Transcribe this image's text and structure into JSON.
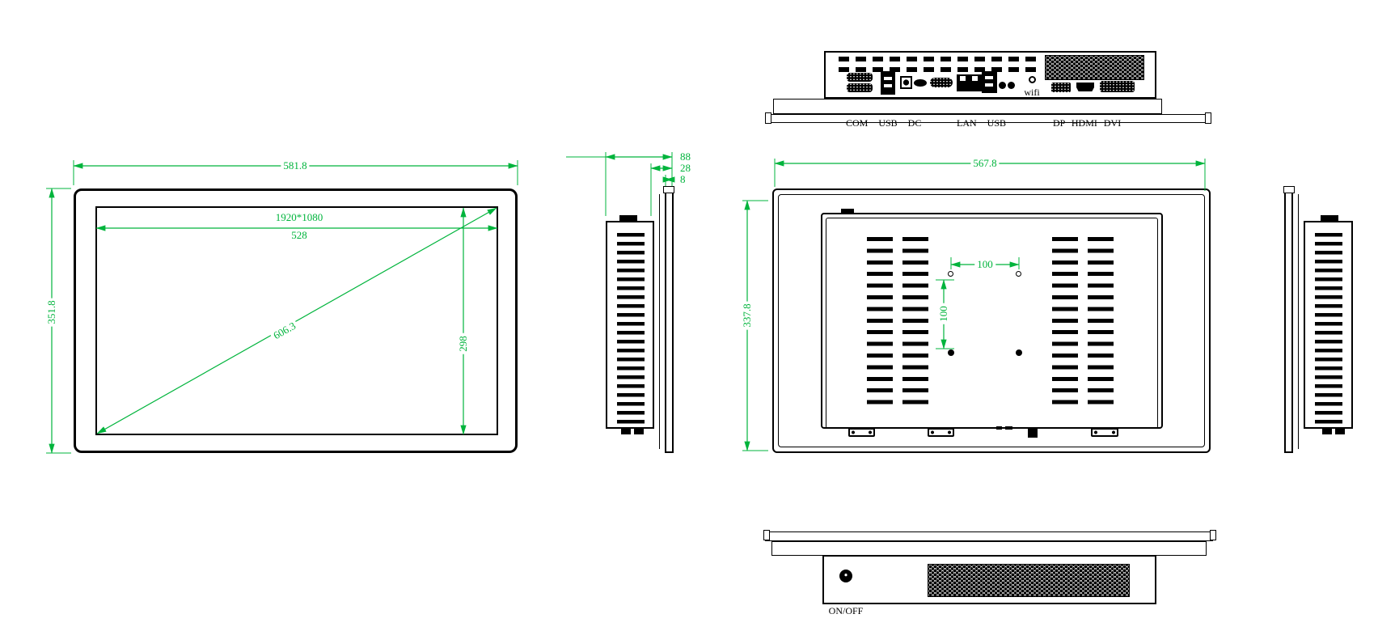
{
  "colors": {
    "dimension_green": "#00b43c",
    "line_black": "#000000",
    "background": "#ffffff"
  },
  "front_view": {
    "dims": {
      "overall_width": "581.8",
      "overall_height": "351.8",
      "resolution": "1920*1080",
      "display_width": "528",
      "diagonal": "606.3",
      "display_height": "298"
    }
  },
  "side_view": {
    "dims": {
      "total_depth": "88",
      "rear_depth": "28",
      "front_panel_depth": "8"
    }
  },
  "rear_view": {
    "dims": {
      "rear_width": "567.8",
      "rear_height": "337.8",
      "vesa_width": "100",
      "vesa_height": "100"
    }
  },
  "top_view": {
    "port_labels": {
      "left_group": "COM USB DC",
      "mid_group": "LAN USB",
      "right_group": "DP HDMI DVI"
    },
    "wifi_label": "wifi"
  },
  "bottom_view": {
    "power_label": "ON/OFF"
  }
}
